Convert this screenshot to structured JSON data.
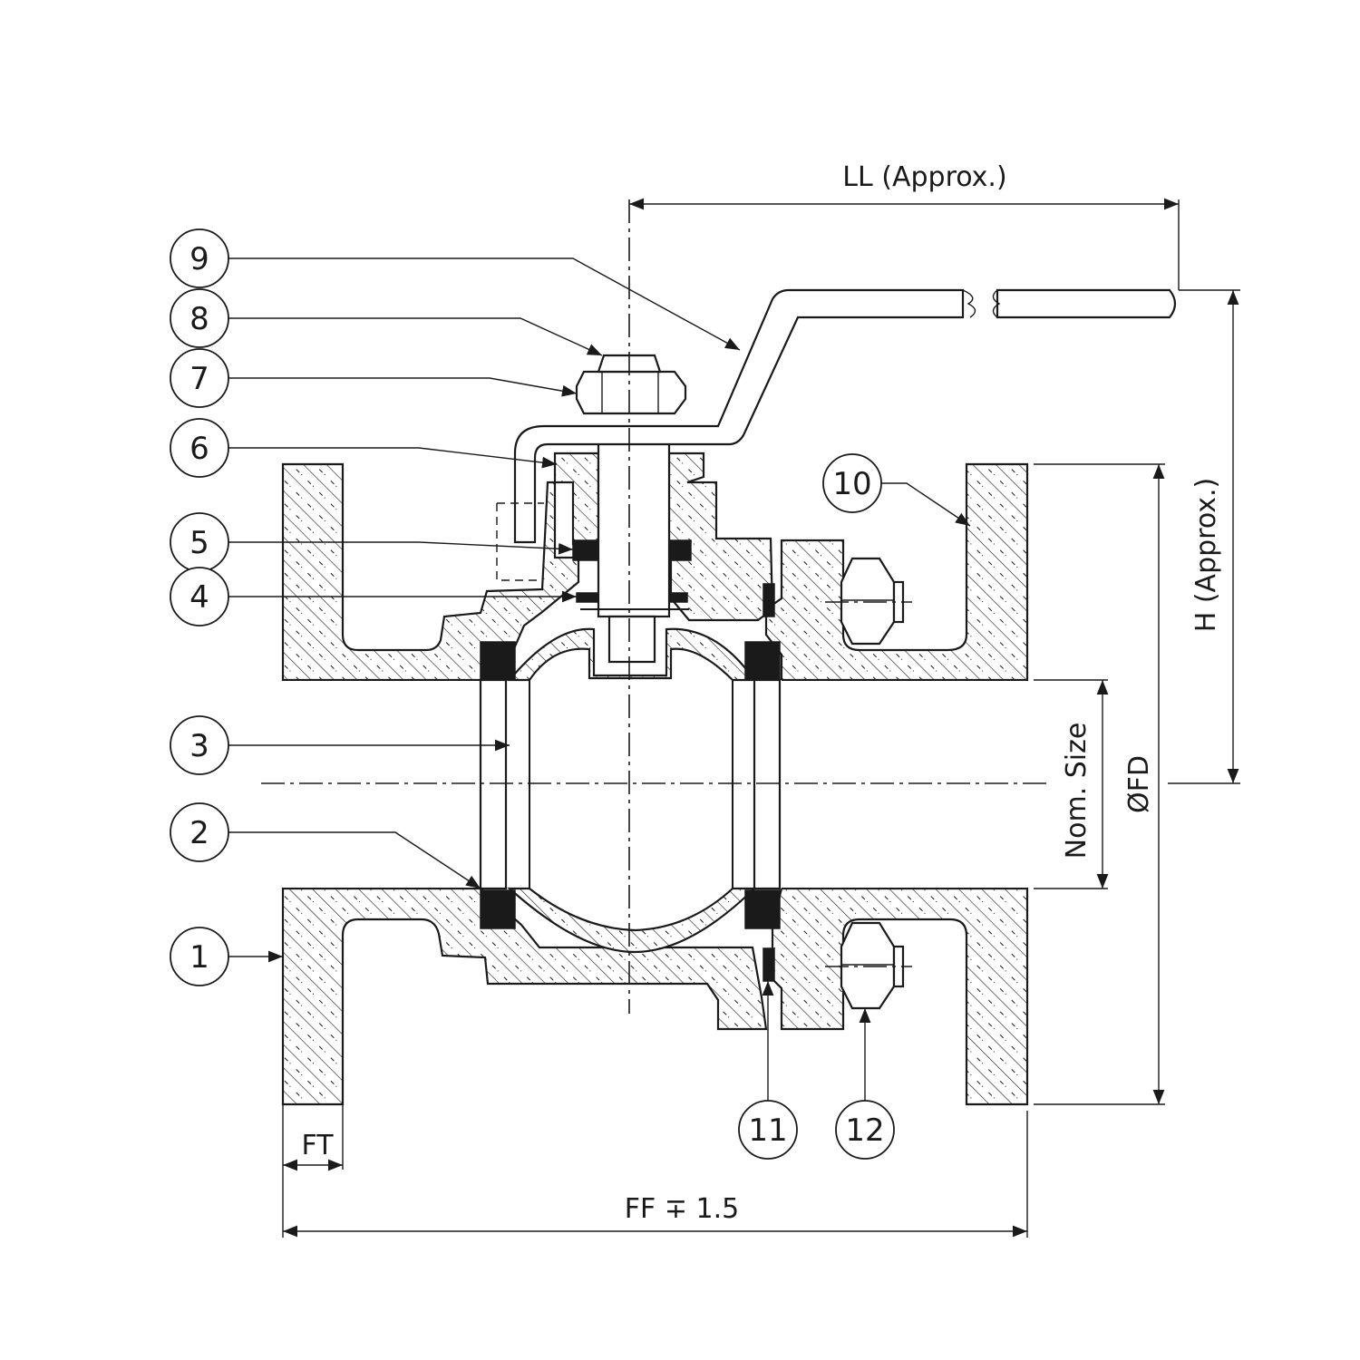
{
  "dimensions": {
    "ll": "LL (Approx.)",
    "h": "H (Approx.)",
    "nom_size": "Nom. Size",
    "fd": "ØFD",
    "ft": "FT",
    "ff": "FF ∓ 1.5"
  },
  "balloons": [
    "1",
    "2",
    "3",
    "4",
    "5",
    "6",
    "7",
    "8",
    "9",
    "10",
    "11",
    "12"
  ]
}
